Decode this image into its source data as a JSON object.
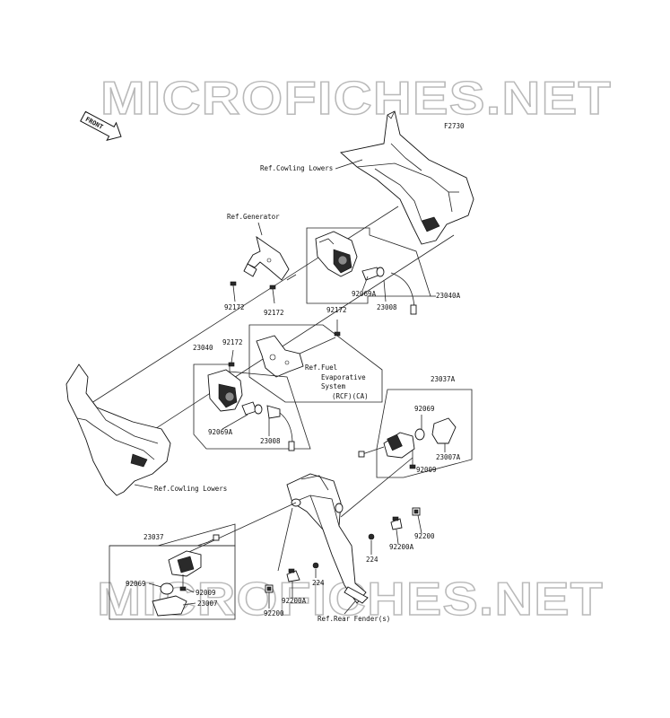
{
  "diagram": {
    "code": "F2730",
    "front_arrow": "FRONT",
    "watermark_top": "MICROFICHES.NET",
    "watermark_bottom": "MICROFICHES.NET",
    "labels": {
      "ref_cowling_lowers_top": "Ref.Cowling Lowers",
      "ref_generator": "Ref.Generator",
      "p92172_a": "92172",
      "p92172_b": "92172",
      "p92172_c": "92172",
      "p92172_d": "92172",
      "p92069a_right": "92069A",
      "p23008_right": "23008",
      "p23040a": "23040A",
      "p23040": "23040",
      "ref_fuel_1": "Ref.Fuel",
      "ref_fuel_2": "Evaporative",
      "ref_fuel_3": "System",
      "ref_fuel_4": "(RCF)(CA)",
      "p92069a_left": "92069A",
      "p23008_left": "23008",
      "p23037a": "23037A",
      "p92069_right": "92069",
      "p23007a": "23007A",
      "p92009_right": "92009",
      "ref_cowling_lowers_bottom": "Ref.Cowling Lowers",
      "p92200_right": "92200",
      "p92200a_right": "92200A",
      "p224_right": "224",
      "p23037": "23037",
      "p92069_left": "92069",
      "p92009_left": "92009",
      "p23007": "23007",
      "p224_left": "224",
      "p92200a_left": "92200A",
      "p92200_left": "92200",
      "ref_rear_fender": "Ref.Rear Fender(s)"
    }
  }
}
